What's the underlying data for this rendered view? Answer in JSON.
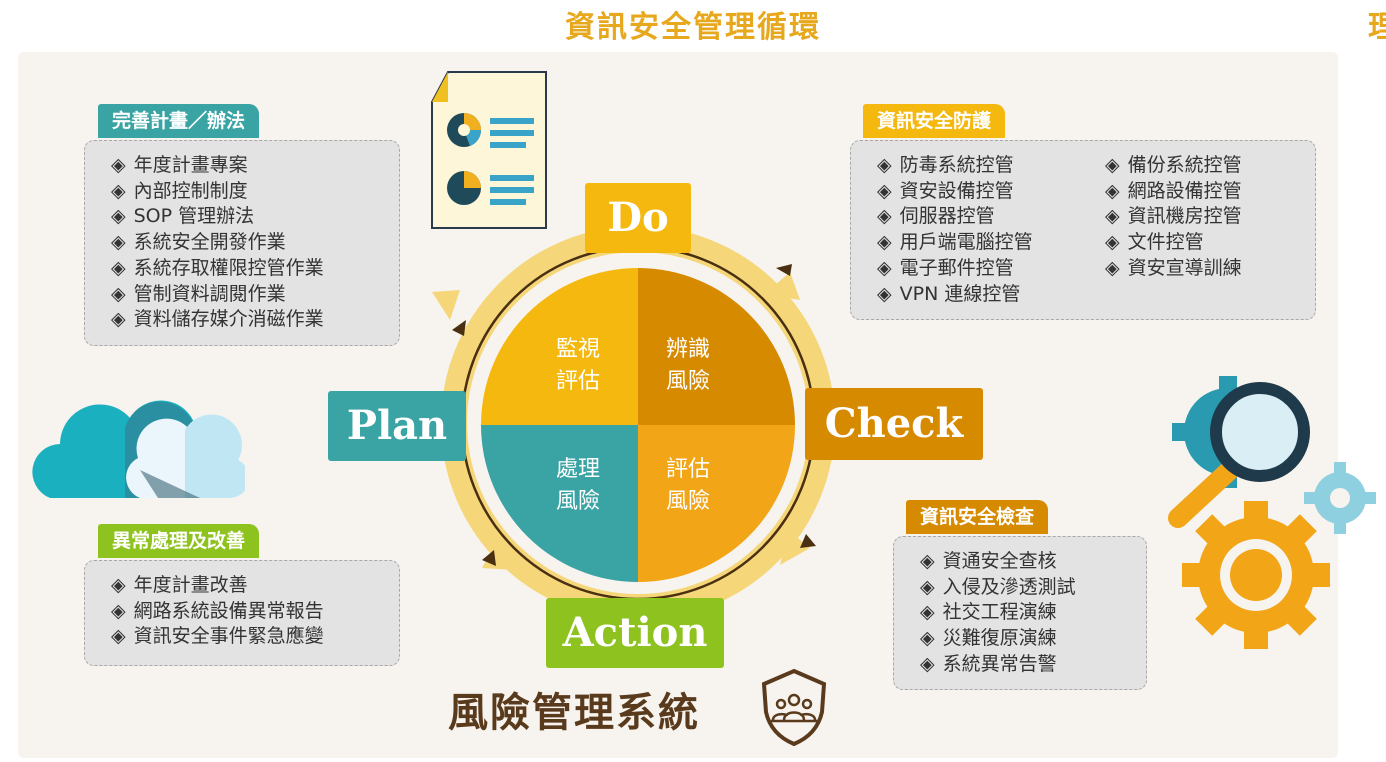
{
  "title": "資訊安全管理循環",
  "title_edge_fragment": "理",
  "bottom_title": "風險管理系統",
  "colors": {
    "gold": "#e7a81d",
    "teal": "#3aa3a3",
    "green": "#8dc21f",
    "orange": "#d68a00",
    "brown": "#5a3a1c"
  },
  "pdca": {
    "do": "Do",
    "plan": "Plan",
    "check": "Check",
    "action": "Action"
  },
  "quadrants": {
    "top_left": "監視\n評估",
    "top_right": "辨識\n風險",
    "bottom_left": "處理\n風險",
    "bottom_right": "評估\n風險"
  },
  "panels": {
    "plan": {
      "tag": "完善計畫／辦法",
      "items": [
        "年度計畫專案",
        "內部控制制度",
        "SOP 管理辦法",
        "系統安全開發作業",
        "系統存取權限控管作業",
        "管制資料調閱作業",
        "資料儲存媒介消磁作業"
      ]
    },
    "protect": {
      "tag": "資訊安全防護",
      "items": [
        "防毒系統控管",
        "備份系統控管",
        "資安設備控管",
        "網路設備控管",
        "伺服器控管",
        "資訊機房控管",
        "用戶端電腦控管",
        "文件控管",
        "電子郵件控管",
        "資安宣導訓練",
        "VPN 連線控管"
      ]
    },
    "check": {
      "tag": "資訊安全檢查",
      "items": [
        "資通安全查核",
        "入侵及滲透測試",
        "社交工程演練",
        "災難復原演練",
        "系統異常告警"
      ]
    },
    "action": {
      "tag": "異常處理及改善",
      "items": [
        "年度計畫改善",
        "網路系統設備異常報告",
        "資訊安全事件緊急應變"
      ]
    }
  },
  "icons": [
    "document-chart-icon",
    "cloud-icon",
    "magnifier-gears-icon",
    "shield-people-icon"
  ]
}
